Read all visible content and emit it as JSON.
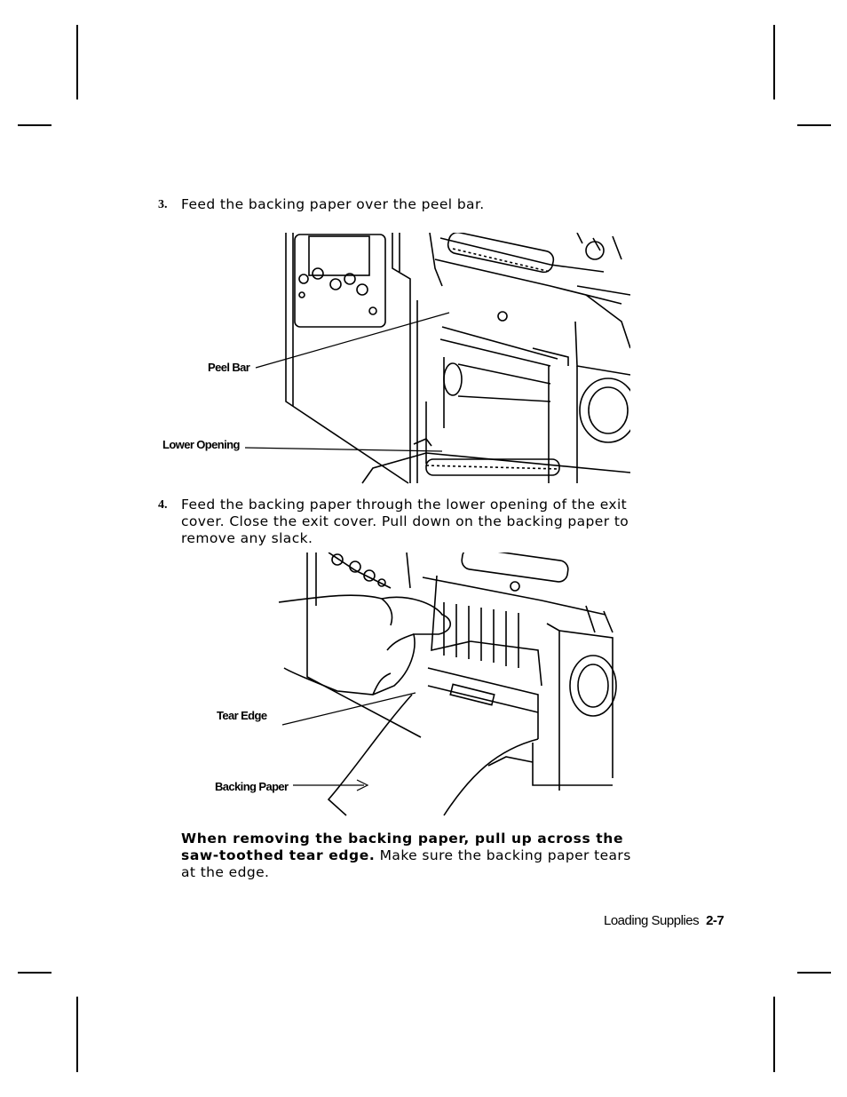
{
  "steps": [
    {
      "number": "3.",
      "text": "Feed the backing paper over the peel bar."
    },
    {
      "number": "4.",
      "text": "Feed the backing paper through the lower opening of the exit cover.  Close the exit cover.  Pull down on the backing paper to remove any slack."
    }
  ],
  "figure1": {
    "callouts": {
      "peel_bar": "Peel Bar",
      "lower_opening": "Lower Opening"
    }
  },
  "figure2": {
    "callouts": {
      "tear_edge": "Tear Edge",
      "backing_paper": "Backing Paper"
    }
  },
  "note": {
    "bold": "When removing the backing paper, pull up across the saw-toothed tear edge.",
    "rest": "  Make sure the backing paper tears at the edge."
  },
  "footer": {
    "section": "Loading Supplies",
    "page": "2-7"
  }
}
